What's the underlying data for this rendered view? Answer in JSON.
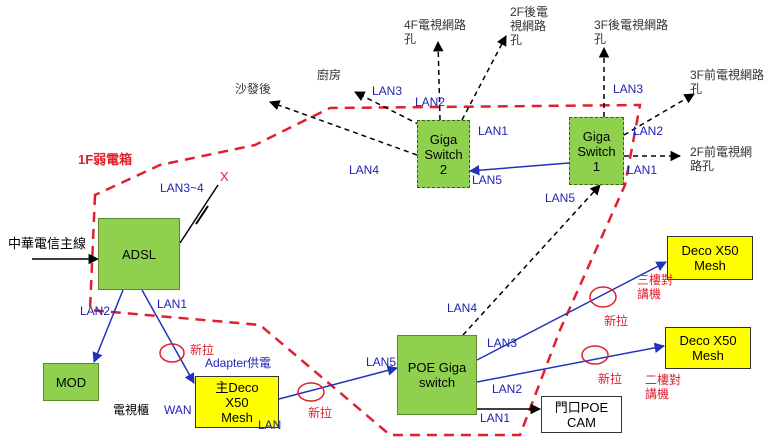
{
  "colors": {
    "blue_line": "#2233bb",
    "red_dash": "#e0202e",
    "green_box": "#8fd14f",
    "yellow_box": "#ffff00"
  },
  "nodes": {
    "adsl": "ADSL",
    "switch2": "Giga\nSwitch\n2",
    "switch1": "Giga\nSwitch\n1",
    "poe": "POE Giga\nswitch",
    "mod": "MOD",
    "deco_main": "主Deco\nX50\nMesh",
    "deco_3f": "Deco X50\nMesh",
    "deco_2f": "Deco X50\nMesh",
    "door_cam": "門口POE\nCAM"
  },
  "labels": {
    "cht_line": "中華電信主線",
    "box_1f": "1F弱電箱",
    "lan3_4": "LAN3~4",
    "x_mark": "X",
    "adsl_lan2": "LAN2",
    "adsl_lan1": "LAN1",
    "adapter_power": "Adapter供電",
    "tv_cabinet": "電視櫃",
    "wan": "WAN",
    "lan_bottom": "LAN",
    "new_pull_1": "新拉",
    "new_pull_2": "新拉",
    "new_pull_3": "新拉",
    "new_pull_4": "新拉",
    "poe_lan5": "LAN5",
    "poe_lan4": "LAN4",
    "poe_lan3": "LAN3",
    "poe_lan2": "LAN2",
    "poe_lan1": "LAN1",
    "floor3_intercom": "三樓對\n講機",
    "floor2_intercom": "二樓對\n講機",
    "sw2_lan3": "LAN3",
    "sw2_lan2": "LAN2",
    "sw2_lan1": "LAN1",
    "sw2_lan4": "LAN4",
    "sw2_lan5": "LAN5",
    "sw1_lan3": "LAN3",
    "sw1_lan2": "LAN2",
    "sw1_lan1": "LAN1",
    "sw1_lan5": "LAN5",
    "sofa_back": "沙發後",
    "kitchen": "廚房",
    "tv_4f": "4F電視網路\n孔",
    "tv_2f_back": "2F後電\n視網路\n孔",
    "tv_3f_back": "3F後電視網路\n孔",
    "tv_3f_front": "3F前電視網路\n孔",
    "tv_2f_front": "2F前電視網\n路孔"
  }
}
